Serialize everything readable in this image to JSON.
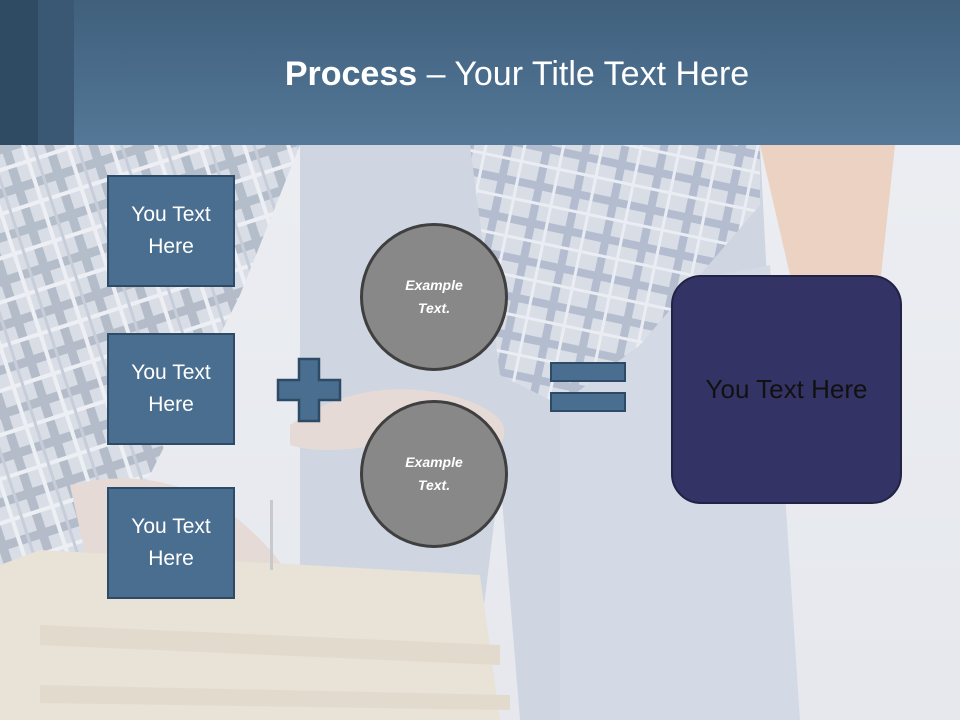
{
  "title": {
    "bold": "Process",
    "rest": " – Your Title Text Here"
  },
  "left_boxes": [
    {
      "label": "You Text Here"
    },
    {
      "label": "You Text Here"
    },
    {
      "label": "You Text Here"
    }
  ],
  "circles": [
    {
      "label": "Example Text."
    },
    {
      "label": "Example Text."
    }
  ],
  "result": {
    "label": "You Text Here"
  },
  "colors": {
    "header": "#4b6d8c",
    "box_fill": "#4a6e8f",
    "box_border": "#2d4b66",
    "circle_fill": "#888888",
    "result_fill": "#333366"
  }
}
